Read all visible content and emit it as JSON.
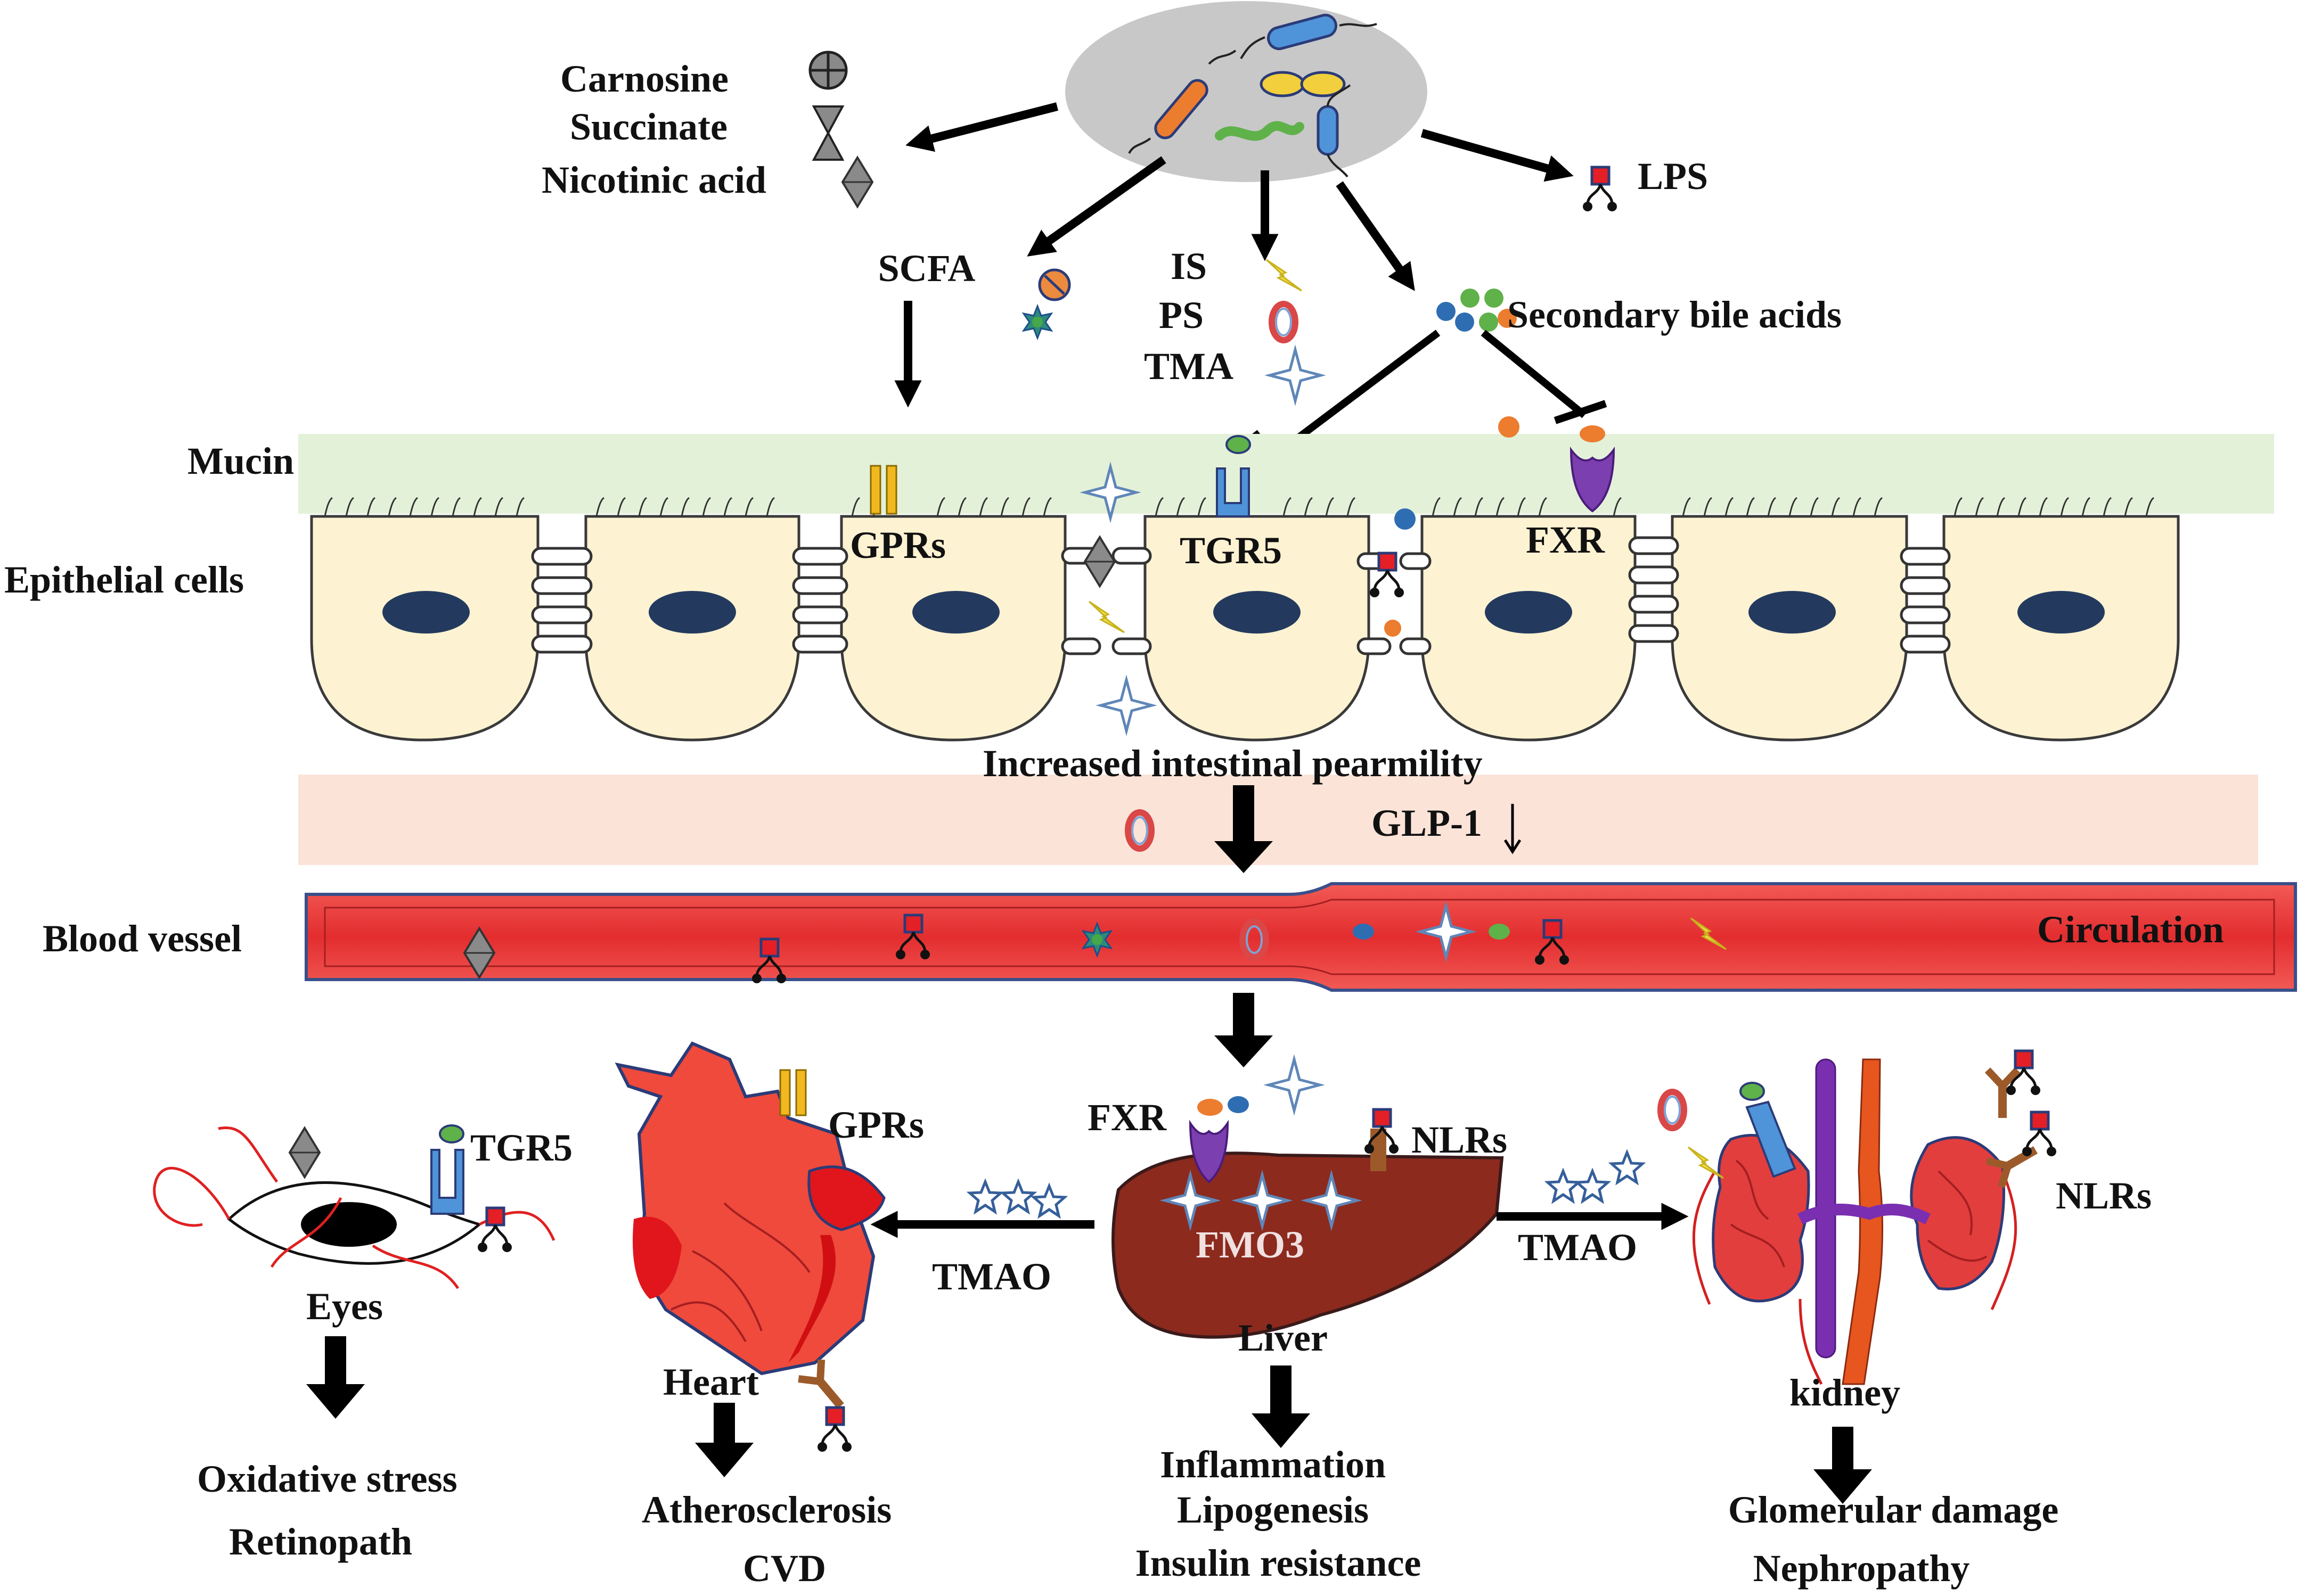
{
  "microbiota": {
    "metabolites_left": [
      "Carnosine",
      "Succinate",
      "Nicotinic acid"
    ],
    "scfa": "SCFA",
    "uremic_toxins": [
      "IS",
      "PS",
      "TMA"
    ],
    "lps": "LPS",
    "bile_acids": "Secondary bile acids"
  },
  "gut": {
    "mucin": "Mucin",
    "epithelial": "Epithelial cells",
    "gprs": "GPRs",
    "tgr5": "TGR5",
    "fxr": "FXR",
    "permeability": "Increased intestinal pearmility",
    "glp1": "GLP-1"
  },
  "blood": {
    "vessel": "Blood vessel",
    "circulation": "Circulation"
  },
  "organs": {
    "eyes": {
      "tgr5": "TGR5",
      "name": "Eyes",
      "outcomes": [
        "Oxidative stress",
        "Retinopath"
      ]
    },
    "heart": {
      "gprs": "GPRs",
      "name": "Heart",
      "tmao": "TMAO",
      "outcomes": [
        "Atherosclerosis",
        "CVD"
      ]
    },
    "liver": {
      "fxr": "FXR",
      "nlrs": "NLRs",
      "fmo3": "FMO3",
      "name": "Liver",
      "outcomes": [
        "Inflammation",
        "Lipogenesis",
        "Insulin resistance"
      ]
    },
    "kidney": {
      "tmao": "TMAO",
      "nlrs": "NLRs",
      "name": "kidney",
      "outcomes": [
        "Glomerular damage",
        "Nephropathy"
      ]
    }
  },
  "colors": {
    "mucin_band": "#e3f1d9",
    "cell_fill": "#fdf2d2",
    "nucleus": "#233a5e",
    "lamina_band": "#fbe3d8",
    "vessel": "#e8383a",
    "liver": "#8c2a1e",
    "heart": "#ef4a3c",
    "kidney": "#e23e3e"
  }
}
